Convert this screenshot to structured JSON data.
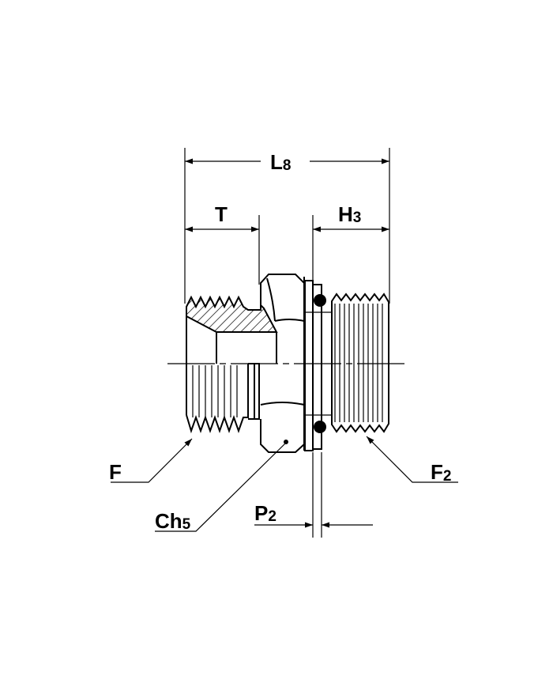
{
  "diagram": {
    "labels": {
      "L8": {
        "main": "L",
        "sub": "8"
      },
      "T": {
        "main": "T",
        "sub": ""
      },
      "H3": {
        "main": "H",
        "sub": "3"
      },
      "F": {
        "main": "F",
        "sub": ""
      },
      "F2": {
        "main": "F",
        "sub": "2"
      },
      "Ch5": {
        "main": "Ch",
        "sub": "5"
      },
      "P2": {
        "main": "P",
        "sub": "2"
      }
    }
  },
  "colors": {
    "ink": "#000000",
    "background": "#ffffff"
  }
}
